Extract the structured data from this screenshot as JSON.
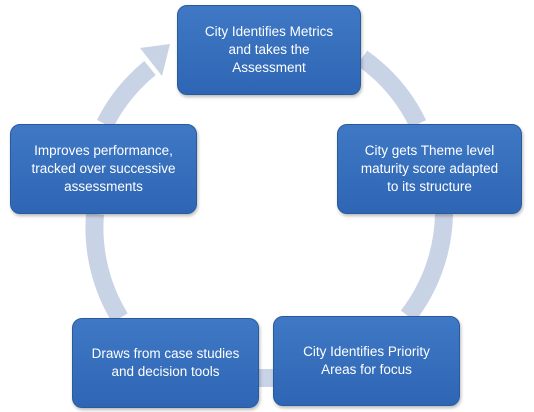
{
  "diagram": {
    "type": "cycle",
    "steps": [
      {
        "id": "step-1",
        "text": "City Identifies Metrics\nand takes the\nAssessment"
      },
      {
        "id": "step-2",
        "text": "City gets Theme level\nmaturity score adapted\nto its structure"
      },
      {
        "id": "step-3",
        "text": "City Identifies Priority\nAreas for focus"
      },
      {
        "id": "step-4",
        "text": "Draws from case studies\nand decision tools"
      },
      {
        "id": "step-5",
        "text": "Improves performance,\ntracked over successive\nassessments"
      }
    ],
    "colors": {
      "box_fill": "#3470bd",
      "box_border": "#2a5a9c",
      "box_text": "#ffffff",
      "ring": "#c9d3e6"
    }
  }
}
